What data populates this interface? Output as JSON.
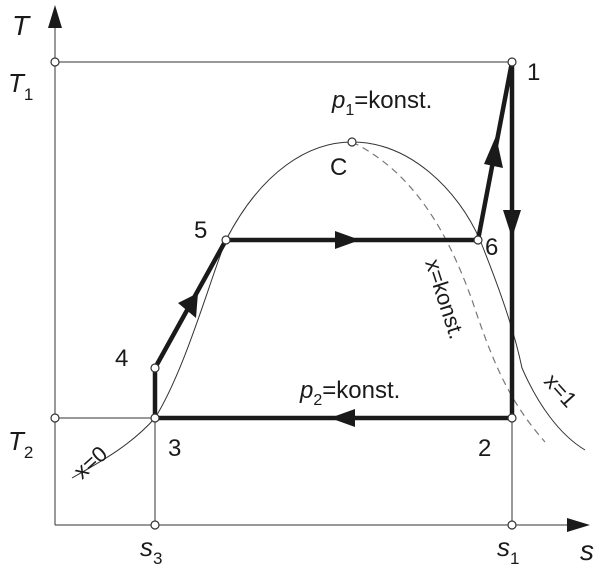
{
  "axes": {
    "y_label": "T",
    "x_label": "s",
    "T1": "T",
    "T1_sub": "1",
    "T2": "T",
    "T2_sub": "2",
    "s3": "s",
    "s3_sub": "3",
    "s1": "s",
    "s1_sub": "1"
  },
  "points": {
    "p1": "1",
    "p2": "2",
    "p3": "3",
    "p4": "4",
    "p5": "5",
    "p6": "6",
    "critical": "C"
  },
  "annotations": {
    "p1_pre": "p",
    "p1_sub": "1",
    "p1_post": "=konst.",
    "p2_pre": "p",
    "p2_sub": "2",
    "p2_post": "=konst.",
    "x_konst": "x=konst.",
    "x0": "x=0",
    "x1": "x=1"
  },
  "colors": {
    "line": "#1a1a1a",
    "thin": "#333333",
    "dashed": "#777777",
    "background": "#ffffff"
  }
}
